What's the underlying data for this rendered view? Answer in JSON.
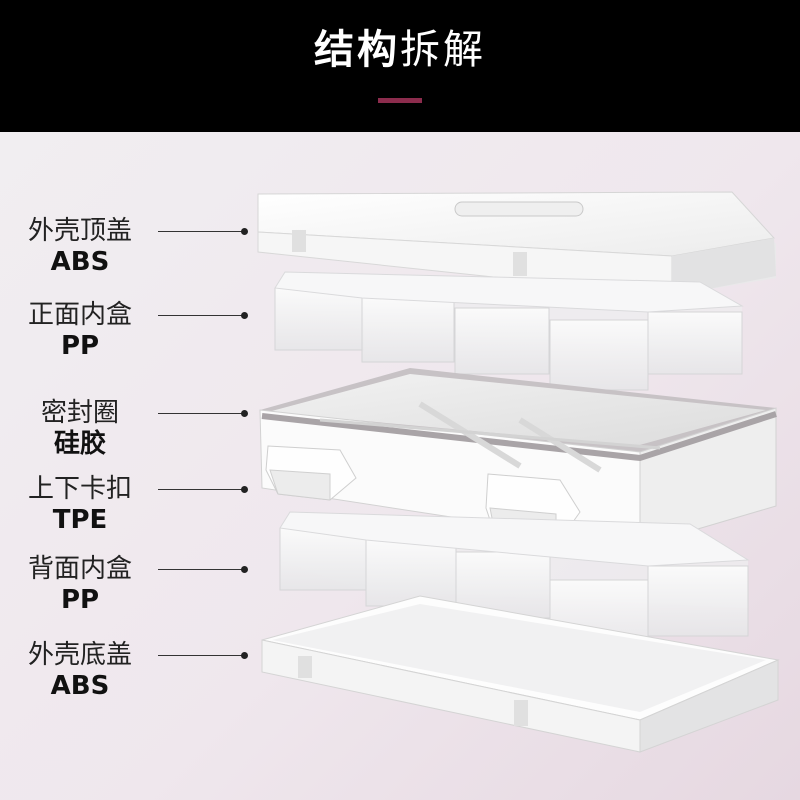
{
  "header": {
    "title_bold": "结构",
    "title_light": "拆解"
  },
  "colors": {
    "header_bg": "#000000",
    "accent": "#8c2c4d",
    "background": "#efe9ee",
    "case_white": "#fafafa",
    "seal_gray": "#b9b4b7"
  },
  "parts": [
    {
      "name": "外壳顶盖",
      "material": "ABS"
    },
    {
      "name": "正面内盒",
      "material": "PP"
    },
    {
      "name": "密封圈",
      "material": "硅胶"
    },
    {
      "name": "上下卡扣",
      "material": "TPE"
    },
    {
      "name": "背面内盒",
      "material": "PP"
    },
    {
      "name": "外壳底盖",
      "material": "ABS"
    }
  ]
}
